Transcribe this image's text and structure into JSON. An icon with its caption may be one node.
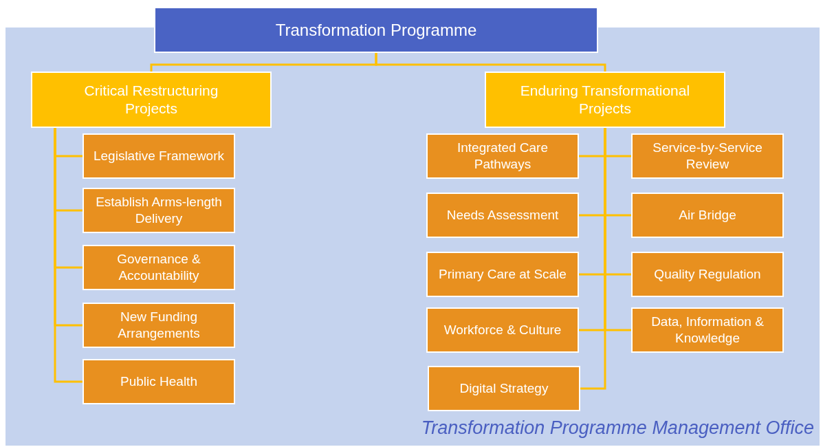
{
  "diagram": {
    "nodes": [
      {
        "text": [
          "Transformation Programme Management Office"
        ]
      },
      {
        "text": [
          "Transformation Programme"
        ]
      },
      {
        "text": [
          "Critical Restructuring Projects"
        ],
        "in": 0
      },
      {
        "text": [
          "Enduring Transformational Projects"
        ],
        "in": 0
      },
      {
        "text": [
          "Legislative Framework"
        ],
        "in": 0
      },
      {
        "text": [
          "Establish Arms-length Delivery"
        ],
        "in": 0
      },
      {
        "text": [
          "Governance & Accountability"
        ],
        "in": 0
      },
      {
        "text": [
          "New Funding Arrangements"
        ],
        "in": 0
      },
      {
        "text": [
          "Public Health"
        ],
        "in": 0
      },
      {
        "text": [
          "Integrated Care Pathways"
        ],
        "in": 0
      },
      {
        "text": [
          "Service-by-Service Review"
        ],
        "in": 0
      },
      {
        "text": [
          "Needs Assessment"
        ],
        "in": 0
      },
      {
        "text": [
          "Air Bridge"
        ],
        "in": 0
      },
      {
        "text": [
          "Primary Care at Scale"
        ],
        "in": 0
      },
      {
        "text": [
          "Quality Regulation"
        ],
        "in": 0
      },
      {
        "text": [
          "Workforce & Culture"
        ],
        "in": 0
      },
      {
        "text": [
          "Data, Information & Knowledge"
        ],
        "in": 0
      },
      {
        "text": [
          "Digital Strategy"
        ],
        "in": 0
      }
    ],
    "edges": [
      {
        "from": 1,
        "to": 2,
        "arrow": "none"
      },
      {
        "from": 1,
        "to": 3,
        "arrow": "none"
      },
      {
        "from": 2,
        "to": 4,
        "arrow": "none"
      },
      {
        "from": 2,
        "to": 5,
        "arrow": "none"
      },
      {
        "from": 2,
        "to": 6,
        "arrow": "none"
      },
      {
        "from": 2,
        "to": 7,
        "arrow": "none"
      },
      {
        "from": 2,
        "to": 8,
        "arrow": "none"
      },
      {
        "from": 3,
        "to": 9,
        "arrow": "none"
      },
      {
        "from": 3,
        "to": 10,
        "arrow": "none"
      },
      {
        "from": 3,
        "to": 11,
        "arrow": "none"
      },
      {
        "from": 3,
        "to": 12,
        "arrow": "none"
      },
      {
        "from": 3,
        "to": 13,
        "arrow": "none"
      },
      {
        "from": 3,
        "to": 14,
        "arrow": "none"
      },
      {
        "from": 3,
        "to": 15,
        "arrow": "none"
      },
      {
        "from": 3,
        "to": 16,
        "arrow": "none"
      },
      {
        "from": 3,
        "to": 17,
        "arrow": "none"
      }
    ]
  }
}
